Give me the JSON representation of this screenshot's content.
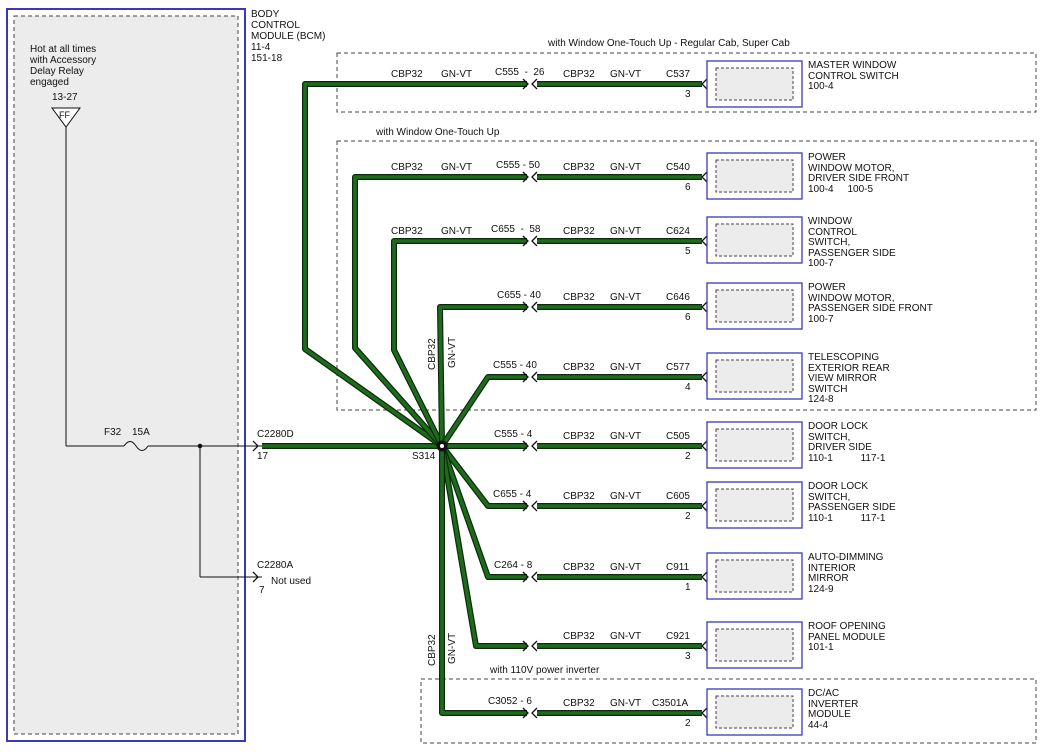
{
  "bcm": {
    "title_lines": [
      "BODY",
      "CONTROL",
      "MODULE (BCM)",
      "11-4",
      "151-18"
    ],
    "note_lines": [
      "Hot at all times",
      "with Accessory",
      "Delay Relay",
      "engaged"
    ],
    "ref": "13-27",
    "ff_label": "FF",
    "fuse_label": "F32",
    "fuse_rating": "15A",
    "conn_main": "C2280D",
    "pin_main": "17",
    "conn_alt": "C2280A",
    "pin_alt": "7",
    "not_used": "Not used"
  },
  "splice": {
    "name": "S314"
  },
  "trunk_labels": {
    "circuit": "CBP32",
    "color": "GN-VT"
  },
  "groups": [
    {
      "label": "with Window One-Touch Up - Regular Cab, Super Cab"
    },
    {
      "label": "with Window One-Touch Up"
    },
    {
      "label": "with 110V power inverter"
    }
  ],
  "branches": [
    {
      "circuit_left": "CBP32",
      "color_left": "GN-VT",
      "inline": "C555  -  26",
      "circuit_right": "CBP32",
      "color_right": "GN-VT",
      "connector": "C537",
      "pin": "3",
      "component": [
        "MASTER WINDOW",
        "CONTROL SWITCH",
        "100-4"
      ]
    },
    {
      "circuit_left": "CBP32",
      "color_left": "GN-VT",
      "inline": "C555 - 50",
      "circuit_right": "CBP32",
      "color_right": "GN-VT",
      "connector": "C540",
      "pin": "6",
      "component": [
        "POWER",
        "WINDOW MOTOR,",
        "DRIVER SIDE FRONT",
        "100-4     100-5"
      ]
    },
    {
      "circuit_left": "CBP32",
      "color_left": "GN-VT",
      "inline": "C655  -  58",
      "circuit_right": "CBP32",
      "color_right": "GN-VT",
      "connector": "C624",
      "pin": "5",
      "component": [
        "WINDOW",
        "CONTROL",
        "SWITCH,",
        "PASSENGER SIDE",
        "100-7"
      ]
    },
    {
      "circuit_left": "",
      "color_left": "",
      "inline": "C655 - 40",
      "circuit_right": "CBP32",
      "color_right": "GN-VT",
      "connector": "C646",
      "pin": "6",
      "component": [
        "POWER",
        "WINDOW MOTOR,",
        "PASSENGER SIDE FRONT",
        "100-7"
      ]
    },
    {
      "circuit_left": "",
      "color_left": "",
      "inline": "C555 - 40",
      "circuit_right": "CBP32",
      "color_right": "GN-VT",
      "connector": "C577",
      "pin": "4",
      "component": [
        "TELESCOPING",
        "EXTERIOR REAR",
        "VIEW MIRROR",
        "SWITCH",
        "124-8"
      ]
    },
    {
      "circuit_left": "",
      "color_left": "",
      "inline": "C555 - 4",
      "circuit_right": "CBP32",
      "color_right": "GN-VT",
      "connector": "C505",
      "pin": "2",
      "component": [
        "DOOR LOCK",
        "SWITCH,",
        "DRIVER SIDE",
        "110-1          117-1"
      ]
    },
    {
      "circuit_left": "",
      "color_left": "",
      "inline": "C655 - 4",
      "circuit_right": "CBP32",
      "color_right": "GN-VT",
      "connector": "C605",
      "pin": "2",
      "component": [
        "DOOR LOCK",
        "SWITCH,",
        "PASSENGER SIDE",
        "110-1          117-1"
      ]
    },
    {
      "circuit_left": "",
      "color_left": "",
      "inline": "C264 - 8",
      "circuit_right": "CBP32",
      "color_right": "GN-VT",
      "connector": "C911",
      "pin": "1",
      "component": [
        "AUTO-DIMMING",
        "INTERIOR",
        "MIRROR",
        "124-9"
      ]
    },
    {
      "circuit_left": "",
      "color_left": "",
      "inline": "",
      "circuit_right": "CBP32",
      "color_right": "GN-VT",
      "connector": "C921",
      "pin": "3",
      "component": [
        "ROOF OPENING",
        "PANEL MODULE",
        "101-1"
      ]
    },
    {
      "circuit_left": "",
      "color_left": "",
      "inline": "C3052 - 6",
      "circuit_right": "CBP32",
      "color_right": "GN-VT",
      "connector": "C3501A",
      "pin": "2",
      "component": [
        "DC/AC",
        "INVERTER",
        "MODULE",
        "44-4"
      ]
    }
  ],
  "colors": {
    "wire": "#1e6b1e",
    "wire_edge": "#0a2a0a",
    "module_border": "#3a3ab8",
    "module_fill": "#ececec",
    "dash": "#444444"
  }
}
